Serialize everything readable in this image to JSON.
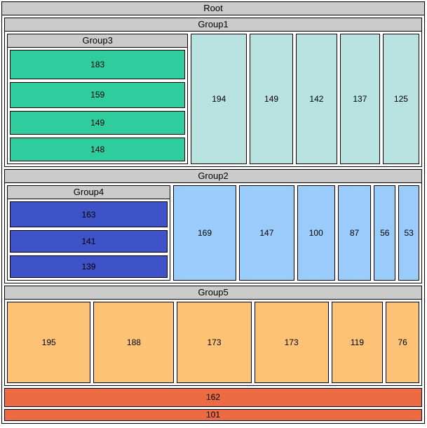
{
  "chart_data": {
    "type": "treemap",
    "title": "Root",
    "layout": "slice-and-dice treemap, orientation alternates per depth (root children stacked vertically, group children side-by-side, sub-group children stacked vertically); region size proportional to value",
    "header_color": "#cbcbcb",
    "border_color": "#000000",
    "background_color": "#ffffff",
    "text_color": "#000000",
    "root": {
      "label": "Root",
      "children": [
        {
          "label": "Group1",
          "children": [
            {
              "label": "Group3",
              "children": [
                {
                  "value": 183,
                  "color": "#2fcc9e"
                },
                {
                  "value": 159,
                  "color": "#2fcc9e"
                },
                {
                  "value": 149,
                  "color": "#2fcc9e"
                },
                {
                  "value": 148,
                  "color": "#2fcc9e"
                }
              ]
            },
            {
              "value": 194,
              "color": "#b8e2df"
            },
            {
              "value": 149,
              "color": "#b8e2df"
            },
            {
              "value": 142,
              "color": "#b8e2df"
            },
            {
              "value": 137,
              "color": "#b8e2df"
            },
            {
              "value": 125,
              "color": "#b8e2df"
            }
          ]
        },
        {
          "label": "Group2",
          "children": [
            {
              "label": "Group4",
              "children": [
                {
                  "value": 163,
                  "color": "#3d53c7"
                },
                {
                  "value": 141,
                  "color": "#3d53c7"
                },
                {
                  "value": 139,
                  "color": "#3d53c7"
                }
              ]
            },
            {
              "value": 169,
              "color": "#99ccfb"
            },
            {
              "value": 147,
              "color": "#99ccfb"
            },
            {
              "value": 100,
              "color": "#99ccfb"
            },
            {
              "value": 87,
              "color": "#99ccfb"
            },
            {
              "value": 56,
              "color": "#99ccfb"
            },
            {
              "value": 53,
              "color": "#99ccfb"
            }
          ]
        },
        {
          "label": "Group5",
          "children": [
            {
              "value": 195,
              "color": "#fcc377"
            },
            {
              "value": 188,
              "color": "#fcc377"
            },
            {
              "value": 173,
              "color": "#fcc377"
            },
            {
              "value": 173,
              "color": "#fcc377"
            },
            {
              "value": 119,
              "color": "#fcc377"
            },
            {
              "value": 76,
              "color": "#fcc377"
            }
          ]
        },
        {
          "value": 162,
          "color": "#ec6b42"
        },
        {
          "value": 101,
          "color": "#ec6b42"
        }
      ]
    }
  }
}
